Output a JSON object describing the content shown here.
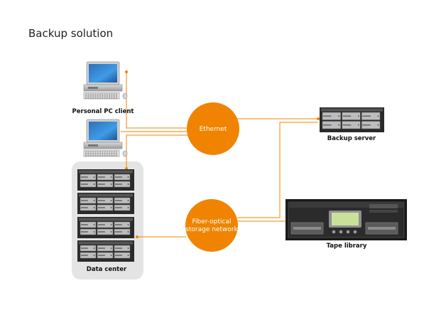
{
  "title": "Backup solution",
  "nodes": {
    "personal_pc": "Personal PC client",
    "backup_server": "Backup server",
    "data_center": "Data center",
    "tape_library": "Tape library"
  },
  "hubs": {
    "ethernet": [
      "Ethernet"
    ],
    "fiber": [
      "Fiber-optical",
      "storage network"
    ]
  },
  "colors": {
    "accent": "#f08400",
    "data_center_bg": "#e4e4e4"
  }
}
